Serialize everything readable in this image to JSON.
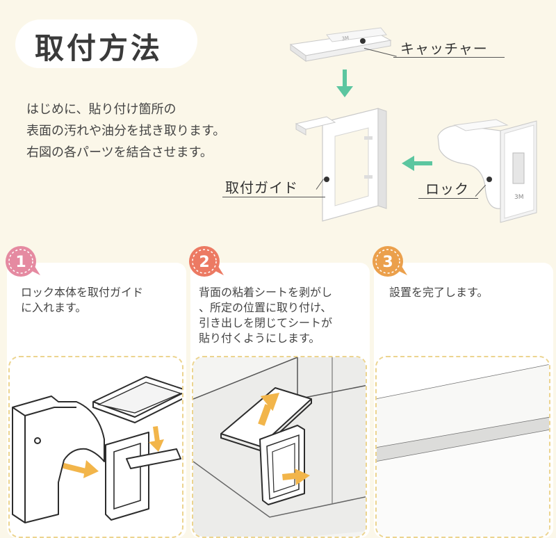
{
  "title": "取付方法",
  "intro": {
    "lines": [
      "はじめに、貼り付け箇所の",
      "表面の汚れや油分を拭き取ります。",
      "右図の各パーツを結合させます。"
    ]
  },
  "parts": {
    "catcher": "キャッチャー",
    "guide": "取付ガイド",
    "lock": "ロック",
    "tape_print": "3M"
  },
  "colors": {
    "background": "#fbf7e9",
    "arrow_green": "#5cc6a0",
    "step1": "#e58aa1",
    "step2": "#ec7a63",
    "step3": "#eba04c",
    "step_arrow": "#f2b54a"
  },
  "steps": [
    {
      "number": "1",
      "lines": [
        "ロック本体を取付ガイド",
        "に入れます。"
      ]
    },
    {
      "number": "2",
      "lines": [
        "背面の粘着シートを剥がし",
        "、所定の位置に取り付け、",
        "引き出しを閉じてシートが",
        "貼り付くようにします。"
      ]
    },
    {
      "number": "3",
      "lines": [
        "設置を完了します。"
      ]
    }
  ]
}
